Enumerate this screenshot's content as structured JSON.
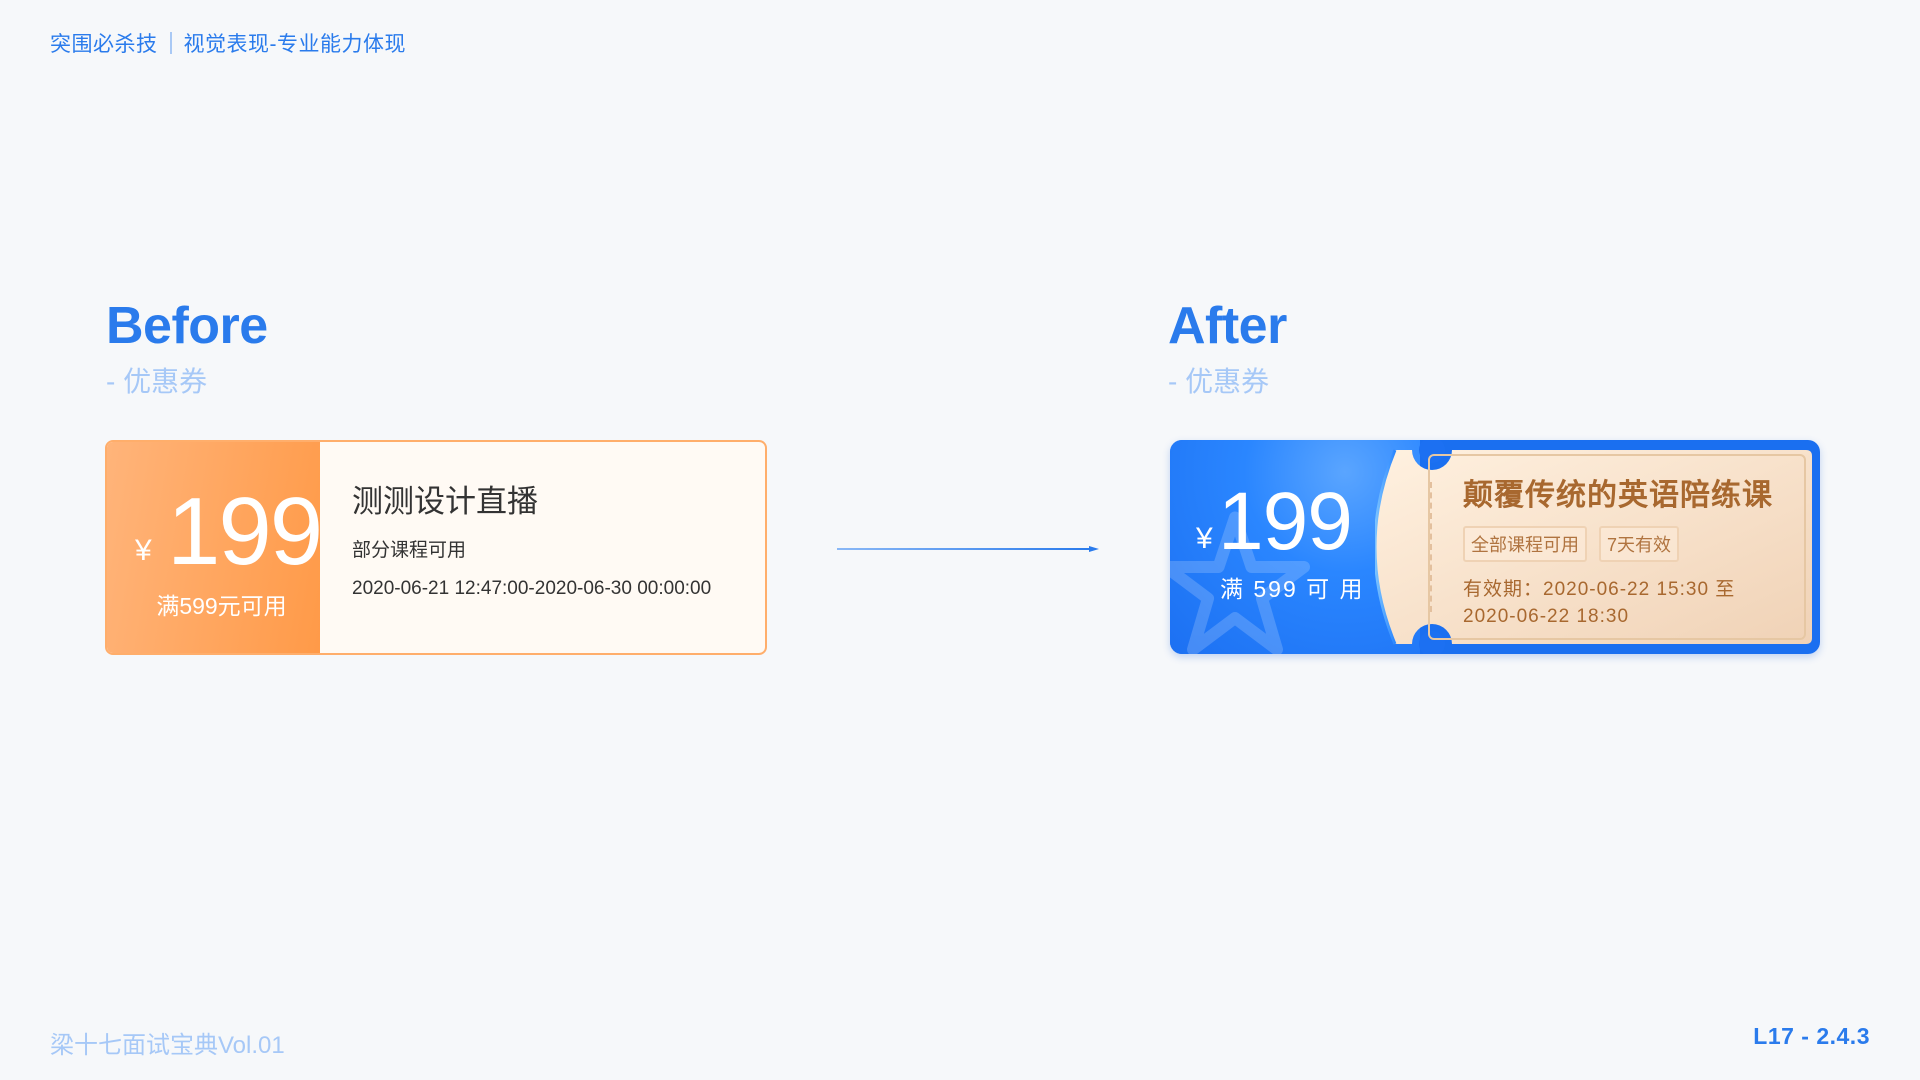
{
  "header": {
    "section": "突围必杀技",
    "topic": "视觉表现-专业能力体现"
  },
  "before": {
    "title": "Before",
    "subtitle": "- 优惠券",
    "coupon": {
      "currency": "¥",
      "amount": "199",
      "condition": "满599元可用",
      "name": "测测设计直播",
      "scope": "部分课程可用",
      "period": "2020-06-21 12:47:00-2020-06-30 00:00:00"
    },
    "colors": {
      "accent": "#ff9a48",
      "border": "#ffae6b",
      "background": "#fffaf4"
    }
  },
  "after": {
    "title": "After",
    "subtitle": "- 优惠券",
    "coupon": {
      "currency": "¥",
      "amount": "199",
      "condition": "满 599 可 用",
      "name": "颠覆传统的英语陪练课",
      "tags": [
        "全部课程可用",
        "7天有效"
      ],
      "validity_line1": "有效期：2020-06-22 15:30 至",
      "validity_line2": "2020-06-22 18:30"
    },
    "colors": {
      "accent": "#1c70f2",
      "text": "#a8682f",
      "background": "#fbe6d2"
    }
  },
  "arrow": {
    "icon": "arrow-right-icon",
    "color": "#2a7bec"
  },
  "footer": {
    "left": "梁十七面试宝典Vol.01",
    "right": "L17 - 2.4.3"
  }
}
